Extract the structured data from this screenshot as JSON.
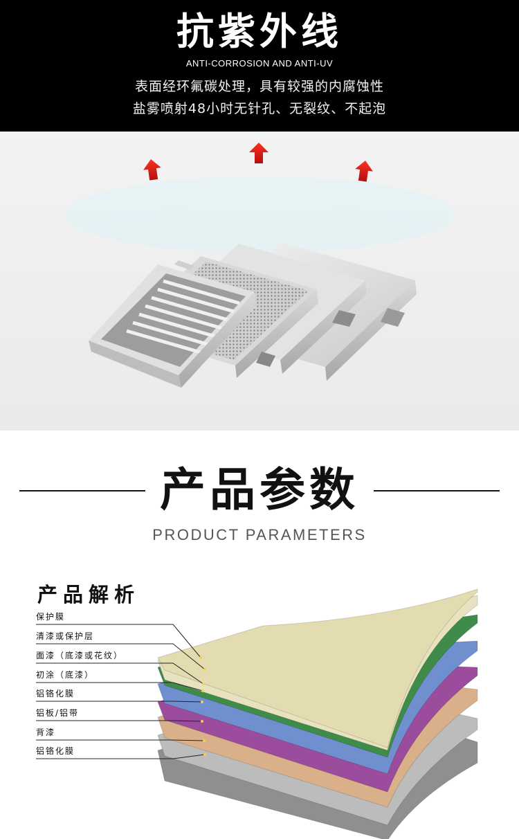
{
  "banner": {
    "title": "抗紫外线",
    "subtitle": "ANTI-CORROSION AND ANTI-UV",
    "description_line1": "表面经环氟碳处理，具有较强的内腐蚀性",
    "description_line2": "盐雾喷射48小时无针孔、无裂纹、不起泡"
  },
  "product_photo": {
    "icons": [
      "up-arrow-icon",
      "up-arrow-icon",
      "up-arrow-icon"
    ]
  },
  "parameters": {
    "title_cn": "产品参数",
    "title_en": "PRODUCT PARAMETERS"
  },
  "analysis": {
    "heading": "产品解析",
    "layers": [
      {
        "label": "保护膜",
        "color": "#e3dcb0"
      },
      {
        "label": "清漆或保护层",
        "color": "#e8e2c0"
      },
      {
        "label": "面漆（底漆或花纹）",
        "color": "#3f8b4a"
      },
      {
        "label": "初涂（底漆）",
        "color": "#6f8fcf"
      },
      {
        "label": "铝铬化膜",
        "color": "#9c4c9c"
      },
      {
        "label": "铝板/铝带",
        "color": "#d9b08a"
      },
      {
        "label": "背漆",
        "color": "#bcbcbc"
      },
      {
        "label": "铝铬化膜",
        "color": "#8f8f8f"
      }
    ]
  }
}
